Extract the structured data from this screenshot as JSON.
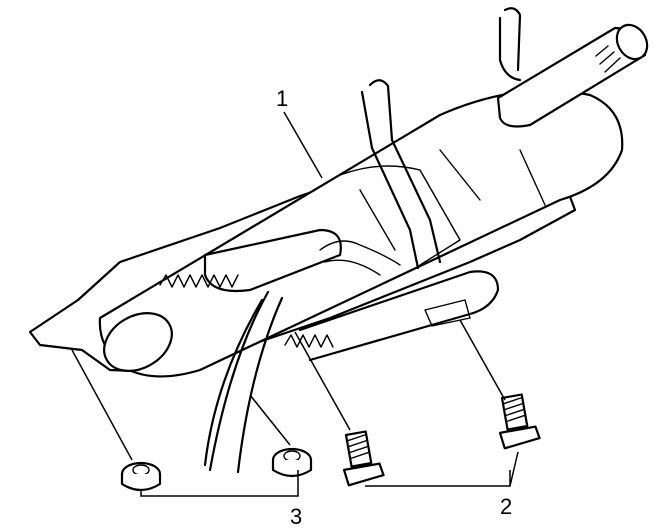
{
  "callouts": [
    {
      "id": "1",
      "label": "1"
    },
    {
      "id": "2",
      "label": "2"
    },
    {
      "id": "3",
      "label": "3"
    }
  ],
  "parts": {
    "column": "steering-column-assembly",
    "bolts": "mounting-bolt",
    "nuts": "mounting-nut"
  }
}
